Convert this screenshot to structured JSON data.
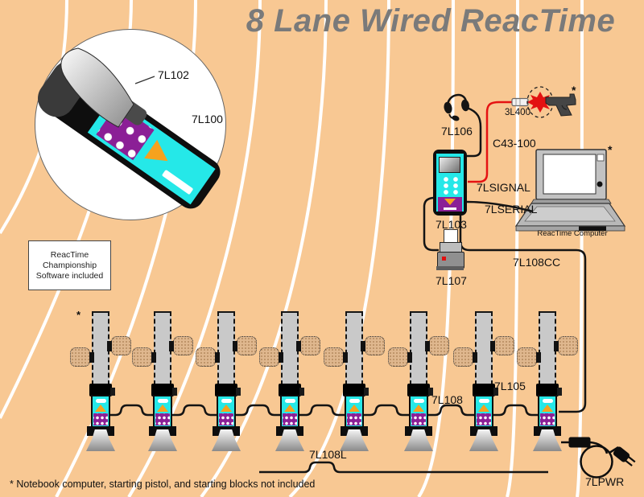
{
  "title": "8 Lane Wired ReacTime",
  "inset": {
    "horn_label": "7L102",
    "unit_label": "7L100"
  },
  "software_note": {
    "line1": "ReacTime",
    "line2": "Championship",
    "line3": "Software included"
  },
  "labels": {
    "headset": "7L106",
    "pistol_mic": "3L400",
    "pistol_cable": "C43-100",
    "signal_cable": "7LSIGNAL",
    "serial_cable": "7LSERIAL",
    "controller": "7L103",
    "printer": "7L107",
    "block_chain_cable": "7L108CC",
    "computer": "ReacTime Computer",
    "block_unit": "7L105",
    "block_link_cable": "7L108",
    "long_cable": "7L108L",
    "power_supply": "7LPWR"
  },
  "blocks": {
    "lane_count": 8,
    "asterisk": "*"
  },
  "asterisks": {
    "pistol": "*",
    "computer": "*"
  },
  "footnote": "* Notebook computer, starting pistol, and starting blocks not included",
  "colors": {
    "background": "#F8C893",
    "lane_line": "#FFFFFF",
    "device_cyan": "#25E8E8",
    "device_purple": "#8B1F96",
    "device_orange": "#F6A21E",
    "signal_cable_red": "#E51212",
    "cable_black": "#141414",
    "title_gray": "#7A7A7A"
  }
}
